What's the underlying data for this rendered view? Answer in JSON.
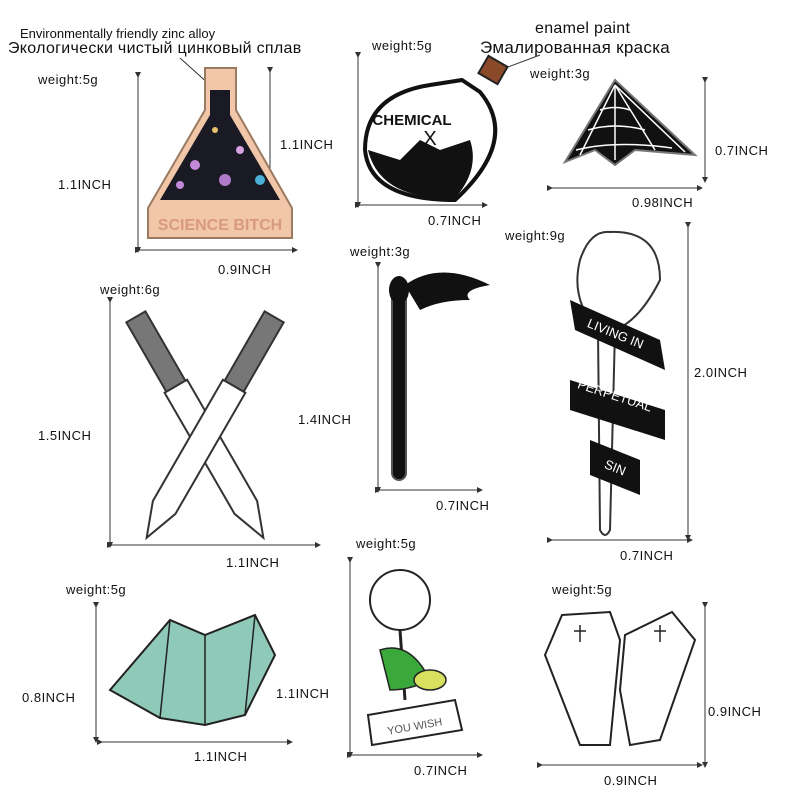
{
  "header": {
    "material_en": "Environmentally friendly zinc alloy",
    "material_ru": "Экологически чистый цинковый сплав",
    "paint_en": "enamel paint",
    "paint_ru": "Эмалированная краска"
  },
  "pins": [
    {
      "id": "flask",
      "weight": "weight:5g",
      "height": "1.1INCH",
      "width": "0.9INCH",
      "depth": "1.1INCH",
      "text": "SCIENCE BITCH"
    },
    {
      "id": "potion",
      "weight": "weight:5g",
      "width": "0.7INCH",
      "text_top": "CHEMICAL",
      "text_x": "X"
    },
    {
      "id": "web",
      "weight": "weight:3g",
      "height": "0.7INCH",
      "width": "0.98INCH"
    },
    {
      "id": "knives",
      "weight": "weight:6g",
      "height": "1.5INCH",
      "width": "1.1INCH"
    },
    {
      "id": "match",
      "weight": "weight:3g",
      "height": "1.4INCH",
      "width": "0.7INCH"
    },
    {
      "id": "rose",
      "weight": "weight:9g",
      "height": "2.0INCH",
      "width": "0.7INCH",
      "text": [
        "LIVING IN",
        "PERPETUAL",
        "SIN"
      ]
    },
    {
      "id": "fortune",
      "weight": "weight:5g",
      "height": "0.8INCH",
      "width": "1.1INCH"
    },
    {
      "id": "dandelion",
      "weight": "weight:5g",
      "height": "1.1INCH",
      "width": "0.7INCH",
      "text": "YOU WISH"
    },
    {
      "id": "coffin",
      "weight": "weight:5g",
      "height": "0.9INCH",
      "width": "0.9INCH"
    }
  ],
  "colors": {
    "flask_body": "#f2c6a8",
    "flask_space": "#1a1a24",
    "fortune_teal": "#8fc9b8",
    "dandelion_green": "#3aa83a",
    "dandelion_yellow": "#d8e060"
  }
}
